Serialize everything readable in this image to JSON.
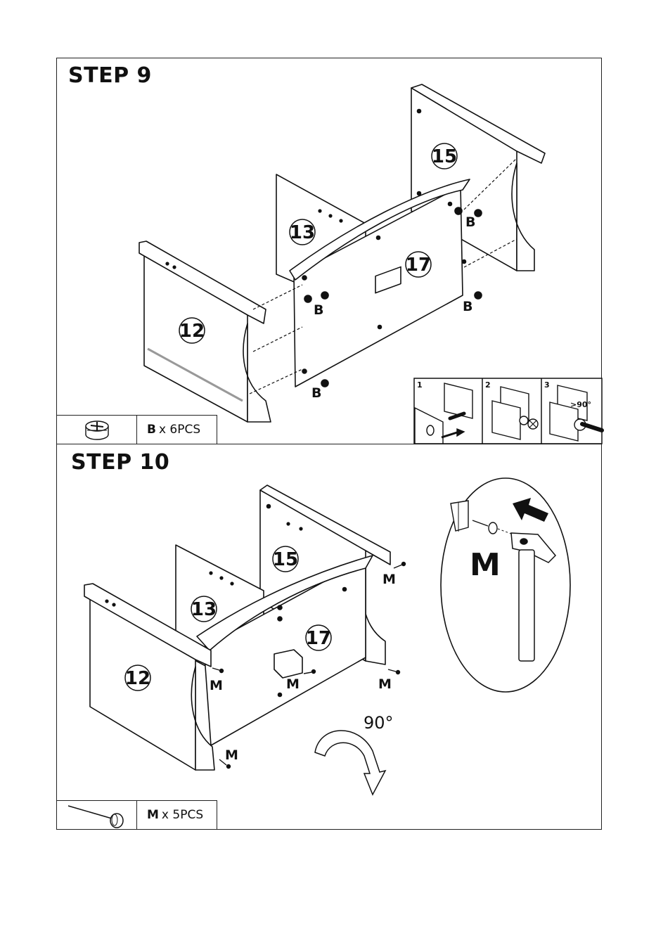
{
  "step9": {
    "title": "STEP 9",
    "parts": [
      "15",
      "13",
      "17",
      "12"
    ],
    "fitting_label": "B",
    "legend": {
      "code": "B",
      "quantity": "x 6PCS"
    },
    "detail_steps": [
      "1",
      "2",
      "3"
    ],
    "detail_angle": ">90°"
  },
  "step10": {
    "title": "STEP 10",
    "parts": [
      "15",
      "13",
      "17",
      "12"
    ],
    "fitting_label": "M",
    "rotation": "90°",
    "legend": {
      "code": "M",
      "quantity": "x 5PCS"
    }
  },
  "icons": [
    "cam-lock-icon",
    "nail-icon",
    "hammer-icon",
    "arrow-icon",
    "rotate-arrow-icon"
  ]
}
